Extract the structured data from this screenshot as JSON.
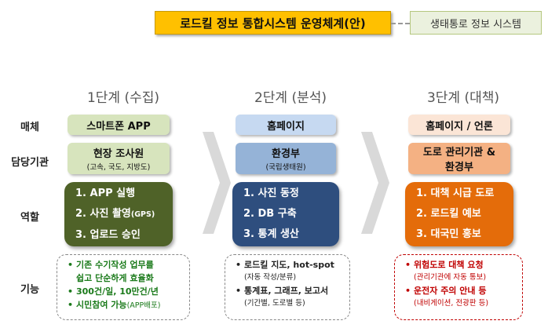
{
  "title": "로드킬 정보 통합시스템 운영체계(안)",
  "side_title": "생태통로 정보 시스템",
  "row_labels": {
    "media": "매체",
    "agency": "담당기관",
    "role": "역할",
    "function": "기능"
  },
  "stages": [
    {
      "label": "1단계 (수집)",
      "media": "스마트폰 APP",
      "agency_main": "현장 조사원",
      "agency_sub": "(고속, 국도, 지방도)",
      "roles": [
        {
          "text": "1.  APP 실행",
          "small": ""
        },
        {
          "text": "2.  사진 촬영",
          "small": "(GPS)"
        },
        {
          "text": "3.  업로드 승인",
          "small": ""
        }
      ],
      "functions": {
        "l1": "기존 수기작성 업무를",
        "l1b": "쉽고 단순하게 효율화",
        "l2": "300건/일, 10만건/년",
        "l3": "시민참여 가능",
        "l3s": "(APP배포)"
      }
    },
    {
      "label": "2단계 (분석)",
      "media": "홈페이지",
      "agency_main": "환경부",
      "agency_sub": "(국립생태원)",
      "roles": [
        {
          "text": "1.  사진 동정",
          "small": ""
        },
        {
          "text": "2.  DB 구축",
          "small": ""
        },
        {
          "text": "3.  통계 생산",
          "small": ""
        }
      ],
      "functions": {
        "l1": "로드킬 지도, hot-spot",
        "l1s": "(자동 작성/분류)",
        "l2": "통계표, 그래프, 보고서",
        "l2s": "(기간별, 도로별 등)"
      }
    },
    {
      "label": "3단계 (대책)",
      "media": "홈페이지 / 언론",
      "agency_main": "도로 관리기관 &",
      "agency_sub": "환경부",
      "roles": [
        {
          "text": "1.  대책 시급 도로",
          "small": ""
        },
        {
          "text": "2.  로드킬 예보",
          "small": ""
        },
        {
          "text": "3.  대국민 홍보",
          "small": ""
        }
      ],
      "functions": {
        "l1": "위험도로 대책 요청",
        "l1s": "(관리기관에 자동 통보)",
        "l2": "운전자 주의 안내 등",
        "l2s": "(내비게이션, 전광판 등)"
      }
    }
  ],
  "colors": {
    "title_bg": "#ffc000",
    "stage1_media": "#d7e4bd",
    "stage1_role": "#4f6228",
    "stage2_media": "#c6d9f1",
    "stage2_role": "#2e4e7e",
    "stage3_media": "#fbe5d6",
    "stage3_role": "#e46c0a"
  }
}
